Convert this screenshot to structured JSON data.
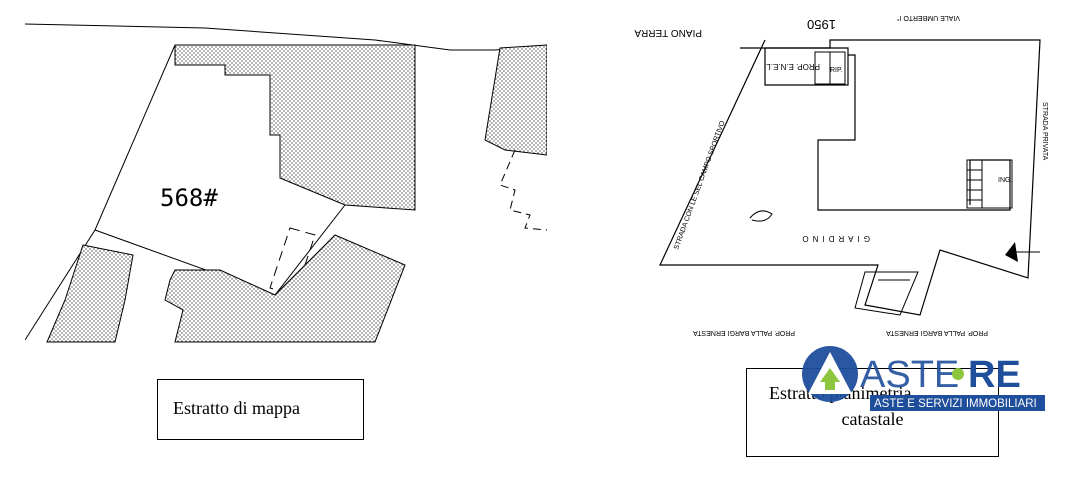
{
  "map": {
    "parcel_label": "568#",
    "caption": "Estratto di mappa"
  },
  "plan": {
    "caption_line1": "Estratto planimetria",
    "caption_line2": "catastale",
    "labels": {
      "piano_terra": "PIANO TERRA",
      "viale": "VIALE UMBERTO I°",
      "anno": "1950",
      "prop_enel": "PROP. E.N.E.L.",
      "rip": "RIP.",
      "strada_campo": "STRADA CON LE SEL CAMPO SPORTIVO",
      "strada_privata": "STRADA PRIVATA",
      "ing": "ING.",
      "giardino": "GIARDINO",
      "prop_left": "PROP. PALLA BARGI ERNESTA",
      "prop_right": "PROP. PALLA BARGI ERNESTA"
    }
  },
  "logo": {
    "brand_part1": "ASTE",
    "brand_part2": "RE",
    "tagline": "ASTE E SERVIZI IMMOBILIARI",
    "colors": {
      "blue": "#1f4e9c",
      "green": "#8cc63f"
    }
  }
}
